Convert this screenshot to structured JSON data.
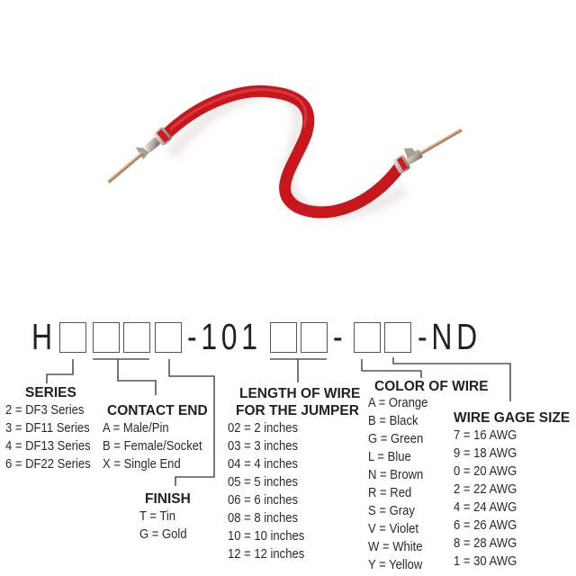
{
  "part_number": {
    "prefix": "H",
    "middle": "-101",
    "dash": "-",
    "suffix": "-ND",
    "placeholder_box_count": 8
  },
  "product_image": {
    "description": "red jumper wire with crimped pin contacts",
    "wire_color": "#d41e24"
  },
  "series": {
    "title": "SERIES",
    "items": [
      "2 = DF3 Series",
      "3 = DF11 Series",
      "4 = DF13 Series",
      "6 = DF22 Series"
    ]
  },
  "contact_end": {
    "title": "CONTACT END",
    "items": [
      "A = Male/Pin",
      "B = Female/Socket",
      "X = Single End"
    ]
  },
  "finish": {
    "title": "FINISH",
    "items": [
      "T = Tin",
      "G = Gold"
    ]
  },
  "length": {
    "title_line1": "LENGTH OF WIRE",
    "title_line2": "FOR THE JUMPER",
    "items": [
      "02 = 2 inches",
      "03 = 3 inches",
      "04 = 4 inches",
      "05 = 5 inches",
      "06 = 6 inches",
      "08 = 8 inches",
      "10 = 10 inches",
      "12 = 12 inches"
    ]
  },
  "color": {
    "title": "COLOR OF WIRE",
    "items": [
      "A = Orange",
      "B = Black",
      "G = Green",
      "L = Blue",
      "N = Brown",
      "R = Red",
      "S = Gray",
      "V = Violet",
      "W = White",
      "Y = Yellow"
    ]
  },
  "gage": {
    "title": "WIRE GAGE SIZE",
    "items": [
      "7 = 16 AWG",
      "9 = 18 AWG",
      "0 = 20 AWG",
      "2 = 22 AWG",
      "4 = 24 AWG",
      "6 = 26 AWG",
      "8 = 28 AWG",
      "1 = 30 AWG"
    ]
  }
}
